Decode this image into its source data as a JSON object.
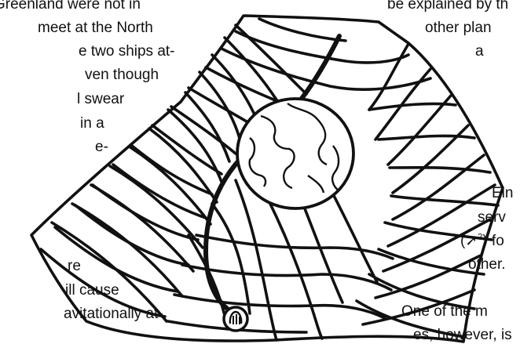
{
  "left_column": {
    "lines": [
      "Greenland were not in",
      "meet at the North",
      "e two ships at-",
      "ven though",
      "l swear",
      "in a",
      "e-",
      "re",
      "ill cause",
      "avitationally at-"
    ]
  },
  "right_column": {
    "lines": [
      "be explained by th",
      "other plan",
      "a",
      "Ein",
      "serv",
      "fo",
      "other.",
      "One of the m",
      "es, however, is"
    ],
    "arrow_symbol": "➚",
    "superscript": "2"
  },
  "illustration": {
    "subject": "earth-bending-spacetime-grid",
    "icons": [
      "earth-globe-icon",
      "spaceship-icon"
    ]
  }
}
